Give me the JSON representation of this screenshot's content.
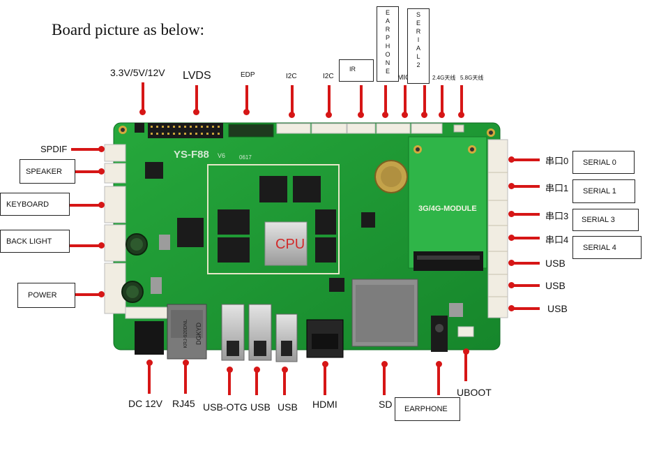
{
  "heading": "Board picture as below:",
  "board": {
    "model": "YS-F88",
    "version": "V6",
    "cpu": "CPU",
    "module": "3G/4G-MODULE",
    "rj45_text": "DGKYD",
    "chip_line": "0617",
    "rj45_sub": "KRJ-920DNL"
  },
  "top_labels": {
    "power_in": "3.3V/5V/12V",
    "lvds": "LVDS",
    "edp": "EDP",
    "i2c_1": "I2C",
    "i2c_2": "I2C",
    "ir": "IR",
    "mic": "MIC",
    "earphone": [
      "E",
      "A",
      "R",
      "P",
      "H",
      "O",
      "N",
      "E"
    ],
    "serial2": [
      "S",
      "E",
      "R",
      "I",
      "A",
      "L",
      "2"
    ],
    "ant_24": "2.4G天线",
    "ant_58": "5.8G天线"
  },
  "left_labels": {
    "spdif": "SPDIF",
    "speaker": "SPEAKER",
    "keyboard": "KEYBOARD",
    "backlight": "BACK LIGHT",
    "power": "POWER"
  },
  "right_labels": {
    "com0": "串口0",
    "com1": "串口1",
    "com3": "串口3",
    "com4": "串口4",
    "serial0": "SERIAL 0",
    "serial1": "SERIAL 1",
    "serial3": "SERIAL 3",
    "serial4": "SERIAL 4",
    "usb_a": "USB",
    "usb_b": "USB",
    "usb_c": "USB"
  },
  "bottom_labels": {
    "dc": "DC 12V",
    "rj45": "RJ45",
    "usb_otg": "USB-OTG",
    "usb_1": "USB",
    "usb_2": "USB",
    "hdmi": "HDMI",
    "sd": "SD",
    "earphone": "EARPHONE",
    "uboot": "UBOOT"
  },
  "colors": {
    "pcb": "#1f9a34",
    "pcb_dark": "#137a26",
    "marker": "#d61616"
  }
}
